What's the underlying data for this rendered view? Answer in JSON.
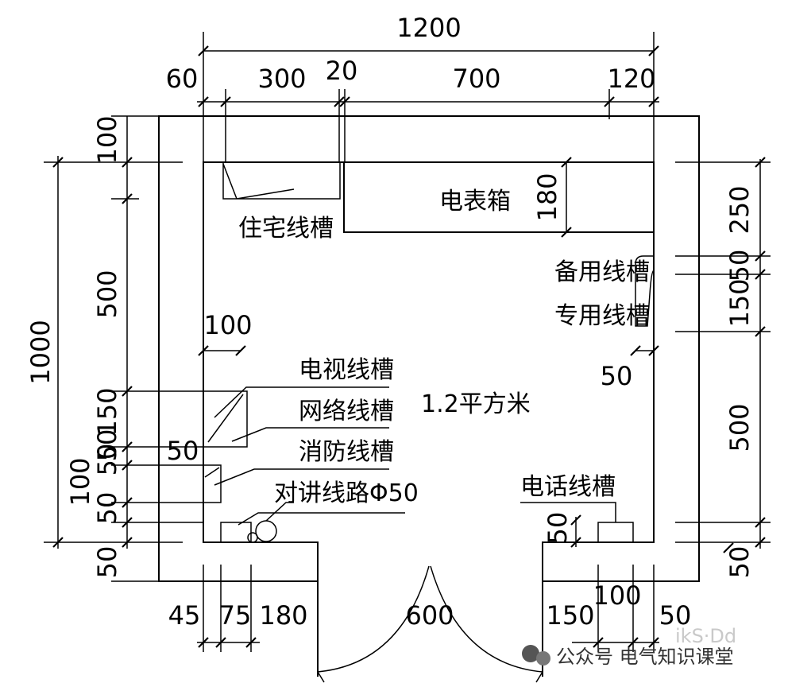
{
  "dimensions": {
    "top_total": "1200",
    "top_60": "60",
    "top_300": "300",
    "top_20": "20",
    "top_700": "700",
    "top_120": "120",
    "left_total": "1000",
    "left_100": "100",
    "left_500": "500",
    "left_150": "150",
    "left_50a": "50",
    "left_50b": "50",
    "left_100b": "100",
    "left_50c": "50",
    "left_50d": "50",
    "right_250": "250",
    "right_50a": "50",
    "right_150": "150",
    "right_500": "500",
    "right_50b": "50",
    "bottom_45": "45",
    "bottom_75": "75",
    "bottom_180": "180",
    "bottom_600": "600",
    "bottom_150": "150",
    "bottom_100": "100",
    "bottom_50": "50",
    "inner_180": "180",
    "inner_100": "100",
    "inner_50_right": "50",
    "inner_50_left": "50",
    "inner_50_phone": "50"
  },
  "labels": {
    "residential_trough": "住宅线槽",
    "meter_box": "电表箱",
    "spare_trough": "备用线槽",
    "dedicated_trough": "专用线槽",
    "tv_trough": "电视线槽",
    "network_trough": "网络线槽",
    "fire_trough": "消防线槽",
    "intercom_line": "对讲线路Φ50",
    "phone_trough": "电话线槽",
    "area": "1.2平方米"
  },
  "watermark": {
    "text": "公众号 电气知识课堂",
    "faint": "ikS·Dd"
  }
}
